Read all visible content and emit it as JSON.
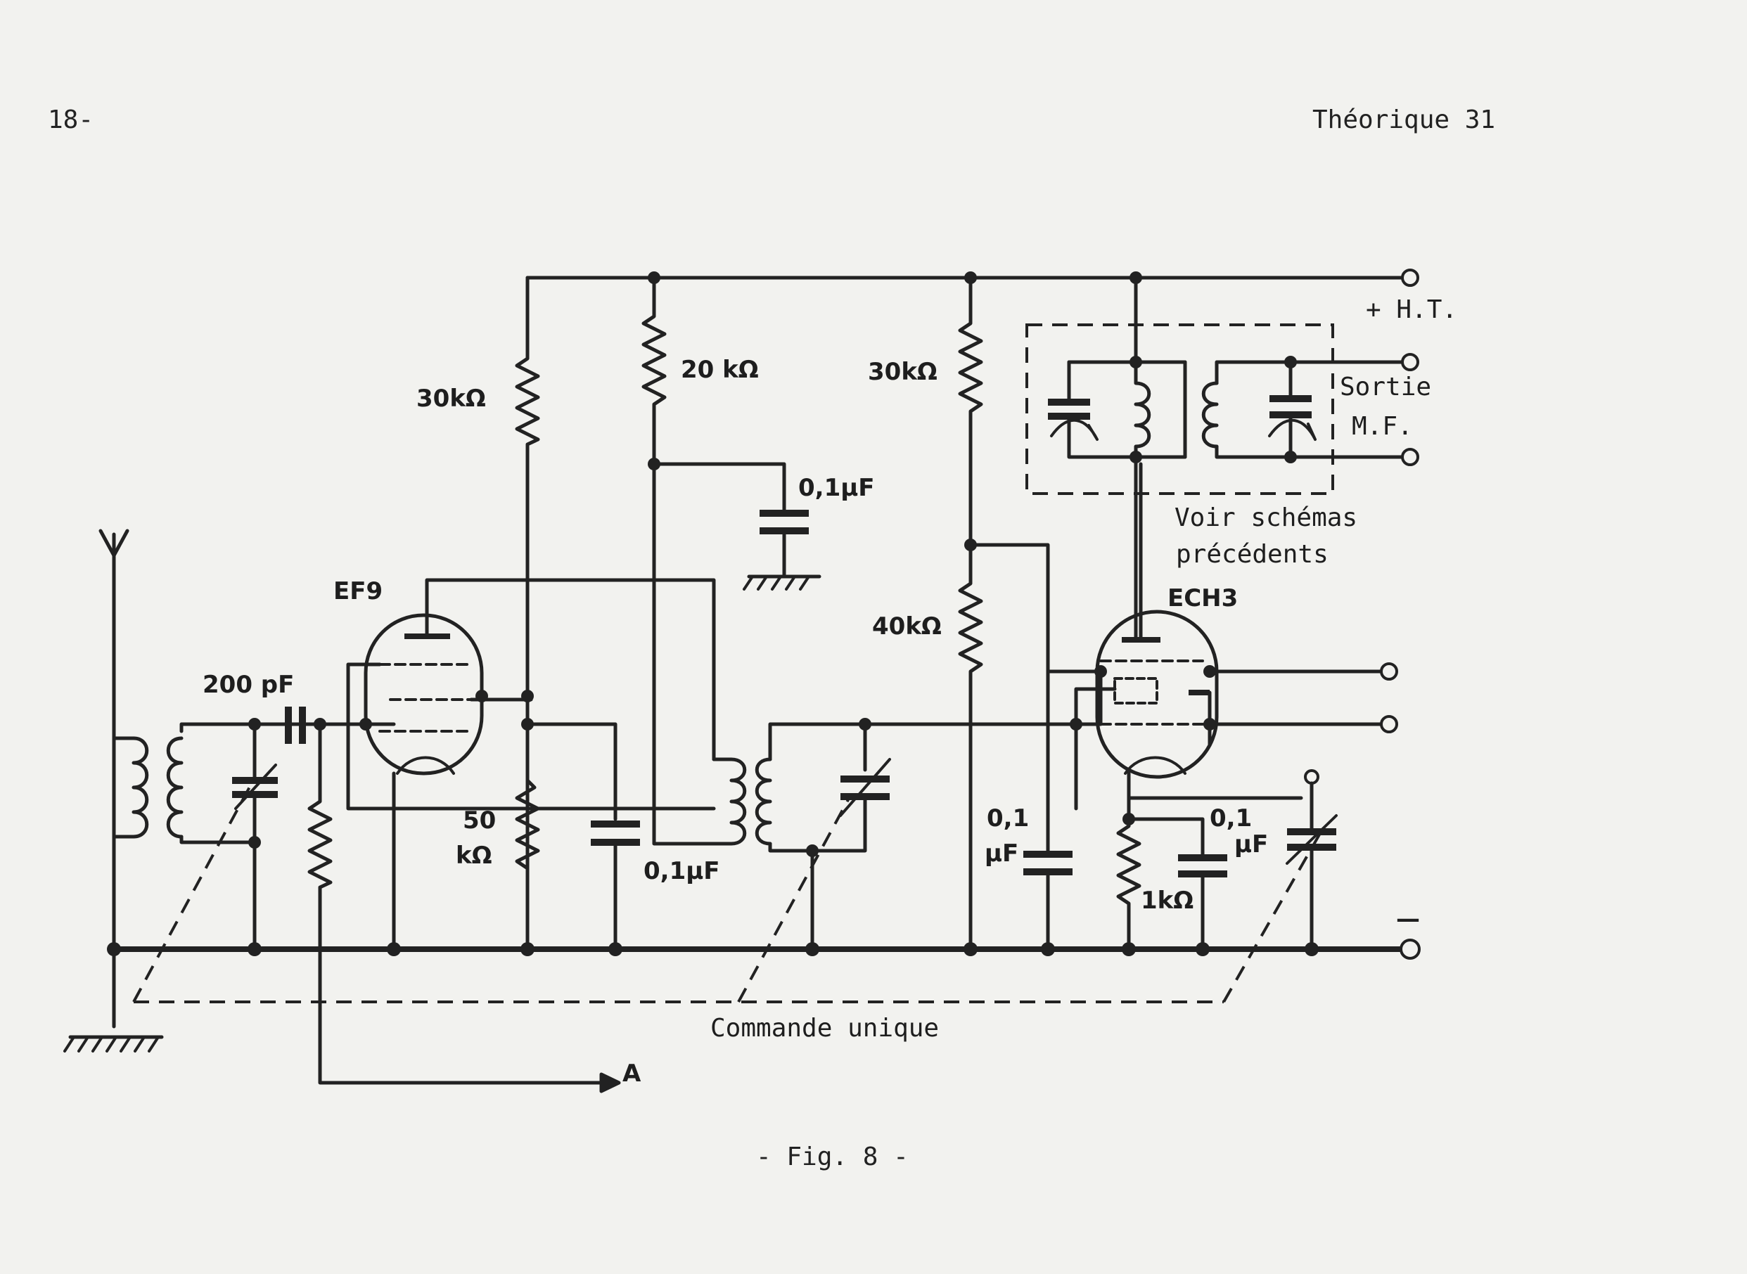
{
  "header": {
    "page_number": "18-",
    "section": "Théorique 31"
  },
  "labels": {
    "r_30k_left": "30kΩ",
    "r_20k": "20 kΩ",
    "r_30k_right": "30kΩ",
    "r_40k": "40kΩ",
    "r_50k_top": "50",
    "r_50k_bottom": "kΩ",
    "r_1k": "1kΩ",
    "c_200p": "200 pF",
    "c_01_top": "0,1µF",
    "c_01_bottom": "0,1µF",
    "c_01_center_top": "0,1",
    "c_01_center_bottom": "µF",
    "c_01_right_top": "0,1",
    "c_01_right_bottom": "µF",
    "tube_ef9": "EF9",
    "tube_ech3": "ECH3",
    "ht": "+ H.T.",
    "sortie": "Sortie",
    "mf": "M.F.",
    "voir_1": "Voir schémas",
    "voir_2": "précédents",
    "commande": "Commande unique",
    "arrow_a": "A",
    "minus": "—"
  },
  "caption": "- Fig. 8 -"
}
